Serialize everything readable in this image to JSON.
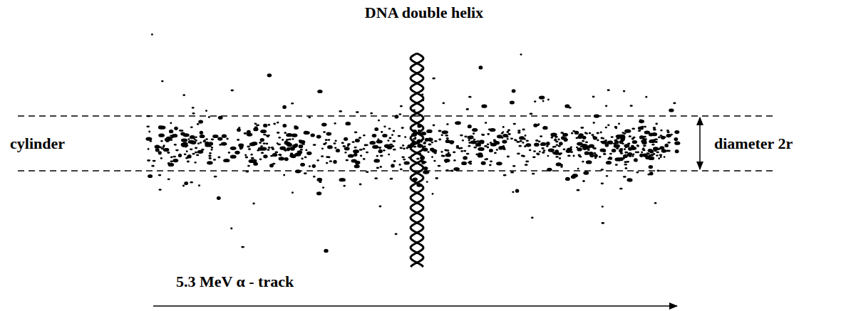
{
  "diagram": {
    "labels": [
      "DNA double helix",
      "cylinder",
      "diameter 2r",
      "5.3 MeV α - track"
    ]
  }
}
